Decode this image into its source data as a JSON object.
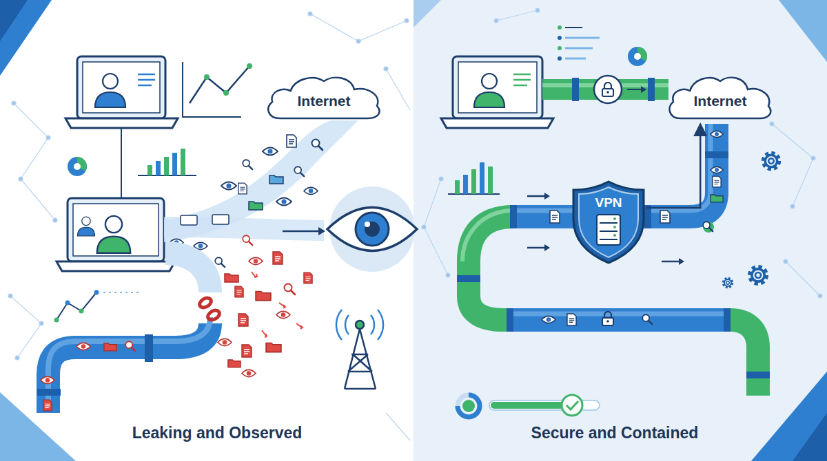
{
  "diagram": {
    "nodes": [
      {
        "text": [
          "Internet"
        ]
      },
      {
        "text": [
          "Internet"
        ]
      },
      {
        "text": [
          "VPN"
        ]
      }
    ],
    "edges": [
      {
        "from": 2,
        "to": 1,
        "arrow": "to"
      }
    ],
    "labels": [
      "Leaking and Observed",
      "Secure and Contained"
    ]
  }
}
